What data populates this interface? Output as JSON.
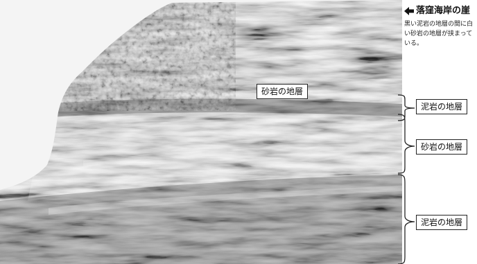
{
  "caption": {
    "title": "落窪海岸の崖",
    "description": "黒い泥岩の地層の間に白い砂岩の地層が挟まっている。"
  },
  "labels": {
    "photo_sandstone": "砂岩の地層",
    "mudstone_upper": "泥岩の地層",
    "sandstone_middle": "砂岩の地層",
    "mudstone_lower": "泥岩の地層"
  },
  "icons": {
    "caption_arrow": "arrow-left-icon"
  }
}
